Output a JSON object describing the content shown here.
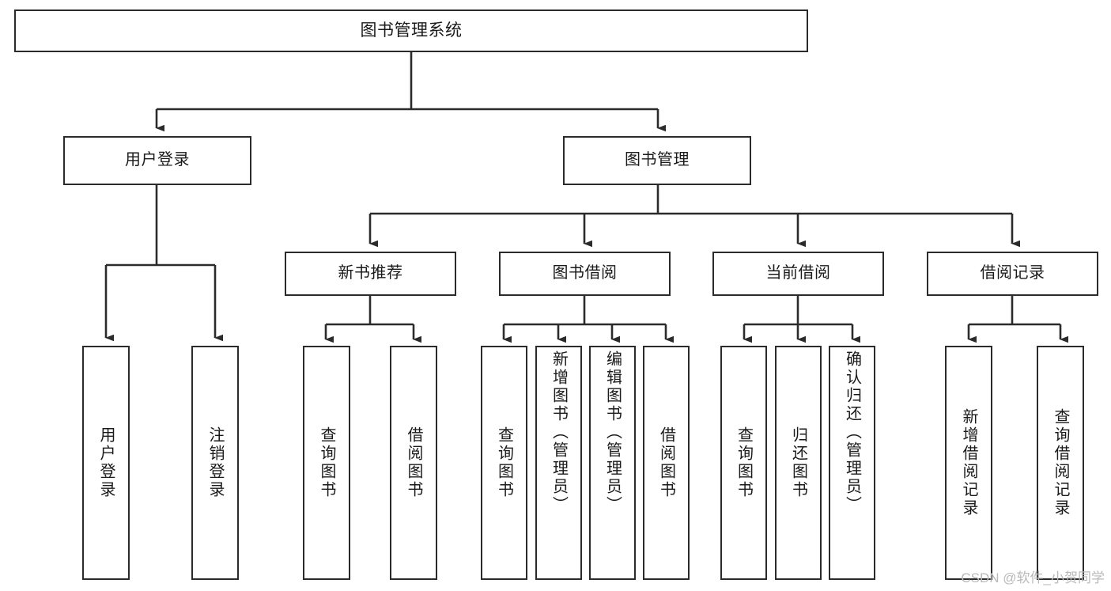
{
  "diagram": {
    "title": "图书管理系统",
    "type": "hierarchy-tree",
    "watermark": "CSDN @软件_小贺同学",
    "colors": {
      "box_border": "#2b2b2b",
      "box_fill": "#ffffff",
      "line": "#2b2b2b",
      "text": "#1a1a1a",
      "watermark": "#b9b9b9",
      "background": "#ffffff"
    },
    "nodes": {
      "root": {
        "label": "图书管理系统"
      },
      "level2": [
        {
          "label": "用户登录"
        },
        {
          "label": "图书管理"
        }
      ],
      "level3": [
        {
          "label": "新书推荐"
        },
        {
          "label": "图书借阅"
        },
        {
          "label": "当前借阅"
        },
        {
          "label": "借阅记录"
        }
      ],
      "leaves_user_login": [
        {
          "label": "用户登录"
        },
        {
          "label": "注销登录"
        }
      ],
      "leaves_new_book": [
        {
          "label": "查询图书"
        },
        {
          "label": "借阅图书"
        }
      ],
      "leaves_borrow": [
        {
          "label": "查询图书"
        },
        {
          "label": "新增图书（管理员）"
        },
        {
          "label": "编辑图书（管理员）"
        },
        {
          "label": "借阅图书"
        }
      ],
      "leaves_current": [
        {
          "label": "查询图书"
        },
        {
          "label": "归还图书"
        },
        {
          "label": "确认归还（管理员）"
        }
      ],
      "leaves_records": [
        {
          "label": "新增借阅记录"
        },
        {
          "label": "查询借阅记录"
        }
      ]
    }
  }
}
